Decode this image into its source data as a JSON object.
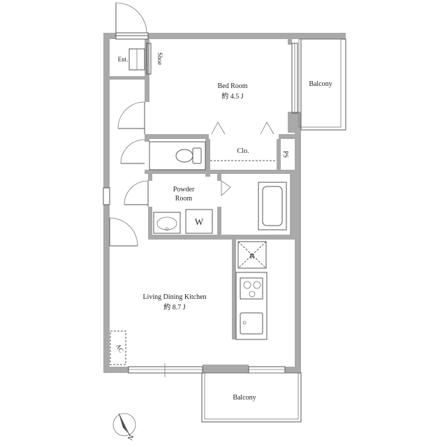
{
  "rooms": {
    "entrance": "Ent.",
    "shoe": "Shoe",
    "bedroom": "Bed Room",
    "bedroom_size": "約 4.5 J",
    "balcony_top": "Balcony",
    "closet": "Clo.",
    "ps": "PS",
    "powder_line1": "Powder",
    "powder_line2": "Room",
    "washer": "W",
    "fridge": "R",
    "ldk": "Living Dining Kitchen",
    "ldk_size": "約 8.7 J",
    "aircon": "AC",
    "balcony_bottom": "Balcony"
  },
  "compass": {
    "label": "N"
  }
}
